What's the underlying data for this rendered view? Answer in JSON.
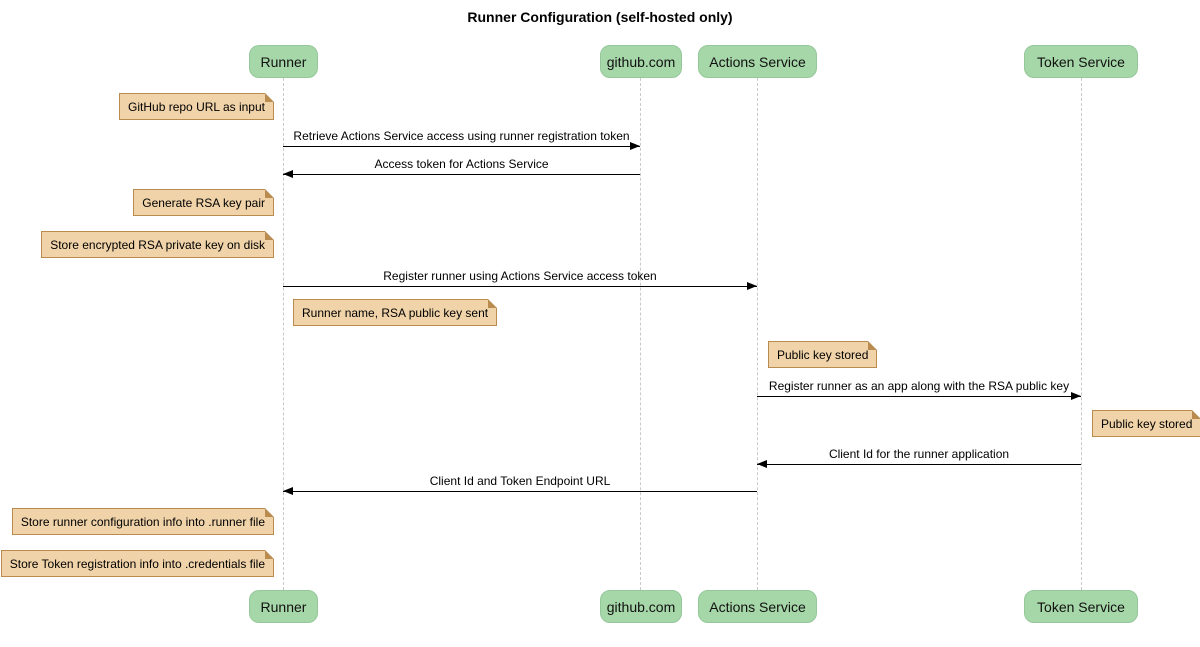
{
  "title": "Runner Configuration (self-hosted only)",
  "diagram_type": "sequence",
  "participants": [
    {
      "name": "Runner"
    },
    {
      "name": "github.com"
    },
    {
      "name": "Actions Service"
    },
    {
      "name": "Token Service"
    }
  ],
  "messages": [
    {
      "from": "Runner",
      "to": "github.com",
      "label": "Retrieve Actions Service access using runner registration token"
    },
    {
      "from": "github.com",
      "to": "Runner",
      "label": "Access token for Actions Service"
    },
    {
      "from": "Runner",
      "to": "Actions Service",
      "label": "Register runner using Actions Service access token"
    },
    {
      "from": "Actions Service",
      "to": "Token Service",
      "label": "Register runner as an app along with the RSA public key"
    },
    {
      "from": "Token Service",
      "to": "Actions Service",
      "label": "Client Id for the runner application"
    },
    {
      "from": "Actions Service",
      "to": "Runner",
      "label": "Client Id and Token Endpoint URL"
    }
  ],
  "notes": [
    {
      "label": "GitHub repo URL as input",
      "position": "left of Runner"
    },
    {
      "label": "Generate RSA key pair",
      "position": "left of Runner"
    },
    {
      "label": "Store encrypted RSA private key on disk",
      "position": "left of Runner"
    },
    {
      "label": "Runner name, RSA public key sent",
      "position": "right of Runner"
    },
    {
      "label": "Public key stored",
      "position": "right of Actions Service"
    },
    {
      "label": "Public key stored",
      "position": "right of Token Service"
    },
    {
      "label": "Store runner configuration info into .runner file",
      "position": "left of Runner"
    },
    {
      "label": "Store Token registration info into .credentials file",
      "position": "left of Runner"
    }
  ],
  "colors": {
    "participant_fill": "#a6d7a8",
    "participant_border": "#95c79a",
    "note_fill": "#f0d3a9",
    "note_border": "#b98b4e",
    "lifeline_color": "#c9c9c9",
    "arrow_color": "#000000",
    "bg": "#ffffff"
  }
}
